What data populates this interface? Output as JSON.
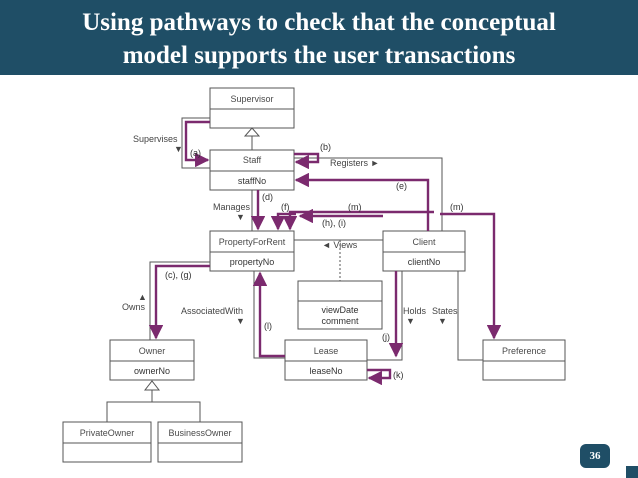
{
  "slide": {
    "title_line1": "Using pathways to check that the conceptual",
    "title_line2": "model supports the user transactions",
    "page_number": "36",
    "colors": {
      "banner": "#1f4e66",
      "path": "#7b2a6e",
      "line": "#444444"
    }
  },
  "entities": {
    "supervisor": {
      "name": "Supervisor",
      "attr": ""
    },
    "staff": {
      "name": "Staff",
      "attr": "staffNo"
    },
    "property": {
      "name": "PropertyForRent",
      "attr": "propertyNo"
    },
    "client": {
      "name": "Client",
      "attr": "clientNo"
    },
    "viewing": {
      "name": "viewDate",
      "attr": "comment"
    },
    "owner": {
      "name": "Owner",
      "attr": "ownerNo"
    },
    "lease": {
      "name": "Lease",
      "attr": "leaseNo"
    },
    "preference": {
      "name": "Preference",
      "attr": ""
    },
    "private_owner": {
      "name": "PrivateOwner",
      "attr": ""
    },
    "business_owner": {
      "name": "BusinessOwner",
      "attr": ""
    }
  },
  "relationships": {
    "supervises": "Supervises",
    "registers": "Registers ►",
    "manages": "Manages",
    "views": "◄ Views",
    "owns": "Owns",
    "associated_with": "AssociatedWith",
    "holds": "Holds",
    "states": "States"
  },
  "pathway_labels": {
    "a": "(a)",
    "b": "(b)",
    "c_g": "(c), (g)",
    "d": "(d)",
    "e": "(e)",
    "f": "(f)",
    "h_i": "(h), (i)",
    "j": "(j)",
    "k": "(k)",
    "l": "(l)",
    "m1": "(m)",
    "m2": "(m)"
  }
}
